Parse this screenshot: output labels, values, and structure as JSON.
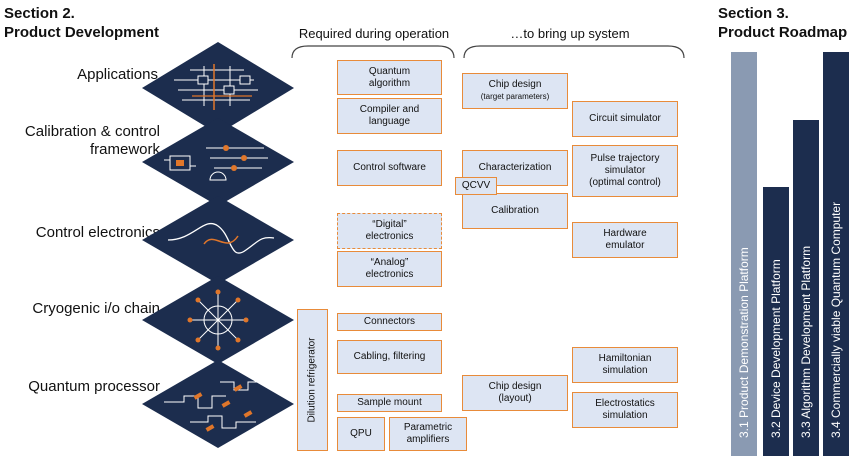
{
  "section2": {
    "line1": "Section 2.",
    "line2": "Product Development"
  },
  "section3": {
    "line1": "Section 3.",
    "line2": "Product Roadmap"
  },
  "layers": [
    {
      "label": "Applications"
    },
    {
      "label_line1": "Calibration & control",
      "label_line2": "framework"
    },
    {
      "label": "Control electronics"
    },
    {
      "label": "Cryogenic i/o chain"
    },
    {
      "label": "Quantum processor"
    }
  ],
  "columns": {
    "operation": "Required during operation",
    "bringup": "…to bring up system"
  },
  "operation_boxes": {
    "quantum_algorithm": [
      "Quantum",
      "algorithm"
    ],
    "compiler": [
      "Compiler and",
      "language"
    ],
    "control_software": "Control software",
    "digital": [
      "“Digital”",
      "electronics"
    ],
    "analog": [
      "“Analog”",
      "electronics"
    ],
    "connectors": "Connectors",
    "cabling": "Cabling, filtering",
    "sample_mount": "Sample mount",
    "qpu": "QPU",
    "parametric": [
      "Parametric",
      "amplifiers"
    ],
    "dilution": "Dilution refrigerator"
  },
  "bringup_boxes": {
    "chip_design_target": [
      "Chip design",
      "(target parameters)"
    ],
    "circuit_simulator": "Circuit simulator",
    "characterization": "Characterization",
    "qcvv": "QCVV",
    "calibration": "Calibration",
    "pulse_trajectory": [
      "Pulse trajectory",
      "simulator",
      "(optimal control)"
    ],
    "hardware_emulator": [
      "Hardware",
      "emulator"
    ],
    "hamiltonian": [
      "Hamiltonian",
      "simulation"
    ],
    "chip_design_layout": [
      "Chip design",
      "(layout)"
    ],
    "electrostatics": [
      "Electrostatics",
      "simulation"
    ]
  },
  "roadmap": [
    {
      "label": "3.1 Product Demonstration Platform",
      "color": "#8a9ab2"
    },
    {
      "label": "3.2 Device Development Platform",
      "color": "#1c2d4e"
    },
    {
      "label": "3.3 Algorithm Development Platform",
      "color": "#1c2d4e"
    },
    {
      "label": "3.4 Commercially viable Quantum Computer",
      "color": "#1c2d4e"
    }
  ],
  "colors": {
    "tile": "#1c2d4e",
    "box_fill": "#dde5f3",
    "box_border": "#e88b3a",
    "accent": "#e0762a"
  }
}
